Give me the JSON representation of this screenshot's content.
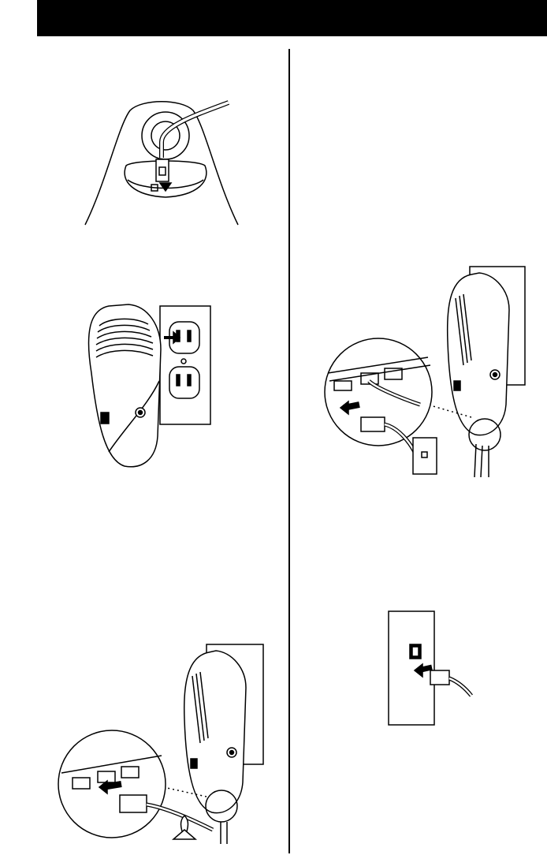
{
  "page": {
    "background": "#ffffff",
    "ink": "#000000"
  },
  "figures": [
    {
      "name": "phone-jack-connector-illustration"
    },
    {
      "name": "adapter-power-outlet-illustration"
    },
    {
      "name": "adapter-phone-cable-wall-box-illustration"
    },
    {
      "name": "adapter-ethernet-cable-illustration"
    },
    {
      "name": "wall-phone-jack-illustration"
    }
  ]
}
